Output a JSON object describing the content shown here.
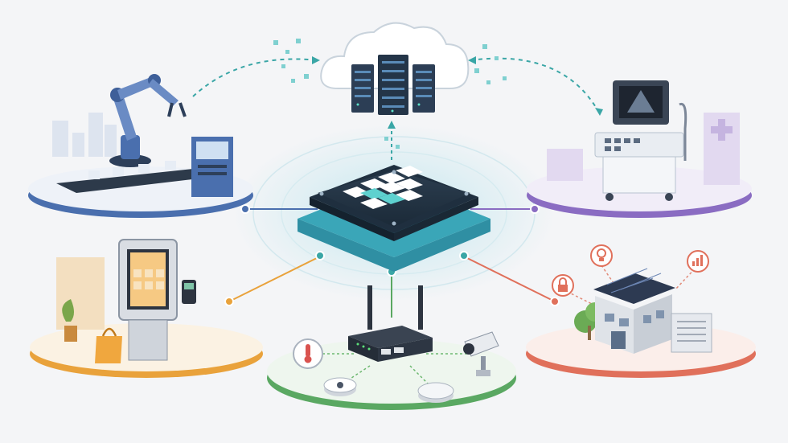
{
  "colors": {
    "background": "#f4f5f7",
    "hub_teal": "#2f8fa3",
    "hub_dark": "#1f2f3f",
    "link_teal": "#3aa6a6",
    "industrial_blue": "#4a6fae",
    "medical_purple": "#8a6cc2",
    "retail_orange": "#e9a23b",
    "home_green": "#5aa862",
    "building_red": "#e0705b",
    "cloud_fill": "#ffffff",
    "cloud_stroke": "#c9d3dc"
  },
  "nodes": [
    {
      "id": "cloud-servers",
      "icon": "cloud-server-icon"
    },
    {
      "id": "edge-hub",
      "icon": "edge-gateway-icon"
    },
    {
      "id": "industrial",
      "icon": "robot-arm-icon"
    },
    {
      "id": "medical",
      "icon": "ultrasound-machine-icon"
    },
    {
      "id": "retail",
      "icon": "self-service-kiosk-icon"
    },
    {
      "id": "smart-home",
      "icon": "router-icon"
    },
    {
      "id": "smart-building",
      "icon": "solar-building-icon"
    }
  ],
  "sensor_icons": [
    "thermometer-icon",
    "smoke-detector-icon",
    "motion-sensor-icon",
    "security-camera-icon"
  ],
  "status_icons": [
    "lightbulb-icon",
    "padlock-icon",
    "bar-chart-icon"
  ]
}
